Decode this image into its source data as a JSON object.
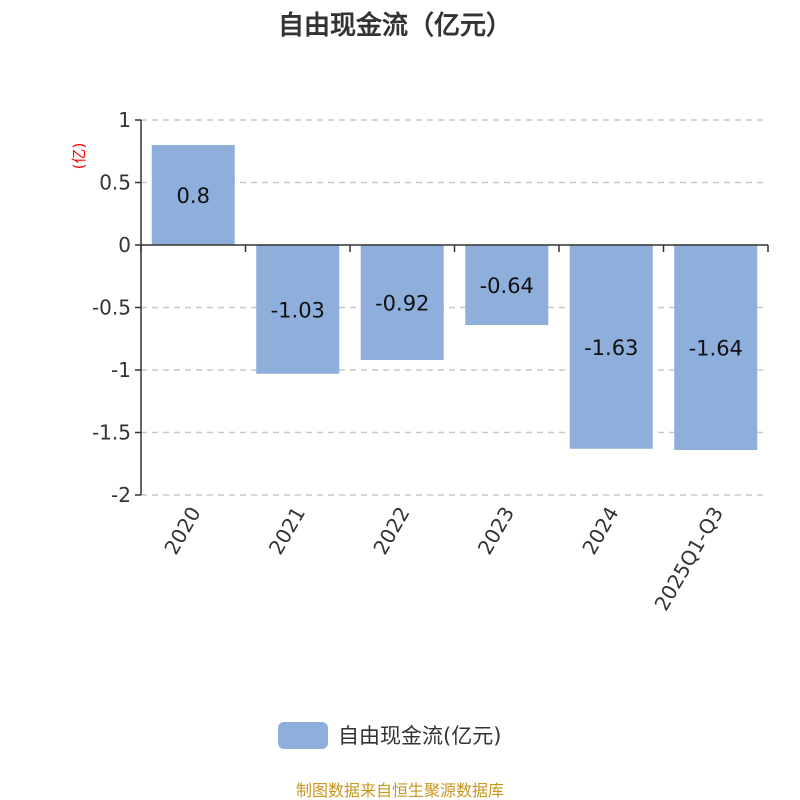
{
  "chart_data": {
    "type": "bar",
    "title": "自由现金流（亿元）",
    "ylabel": "(亿)",
    "xlabel": "",
    "categories": [
      "2020",
      "2021",
      "2022",
      "2023",
      "2024",
      "2025Q1-Q3"
    ],
    "series": [
      {
        "name": "自由现金流(亿元)",
        "values": [
          0.8,
          -1.03,
          -0.92,
          -0.64,
          -1.63,
          -1.64
        ]
      }
    ],
    "data_labels": [
      "0.8",
      "-1.03",
      "-0.92",
      "-0.64",
      "-1.63",
      "-1.64"
    ],
    "ylim": [
      -2,
      1
    ],
    "yticks": [
      1,
      0.5,
      0,
      -0.5,
      -1,
      -1.5,
      -2
    ],
    "ytick_labels": [
      "1",
      "0.5",
      "0",
      "-0.5",
      "-1",
      "-1.5",
      "-2"
    ],
    "grid": true,
    "legend_position": "bottom",
    "colors": {
      "bar": "#8eaedb",
      "ylabel": "#ff0000",
      "footer": "#c8961e"
    }
  },
  "footer": "制图数据来自恒生聚源数据库"
}
